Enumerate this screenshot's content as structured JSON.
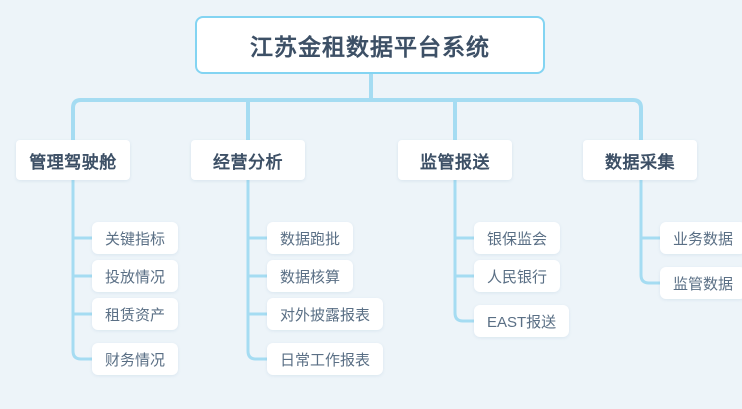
{
  "diagram": {
    "type": "org-tree",
    "background_color": "#edf4f9",
    "connector_color": "#a5dcf2",
    "root": {
      "label": "江苏金租数据平台系统",
      "border_color": "#83d4f2",
      "text_color": "#3d5066"
    },
    "branches": [
      {
        "label": "管理驾驶舱",
        "children": [
          {
            "label": "关键指标"
          },
          {
            "label": "投放情况"
          },
          {
            "label": "租赁资产"
          },
          {
            "label": "财务情况"
          }
        ]
      },
      {
        "label": "经营分析",
        "children": [
          {
            "label": "数据跑批"
          },
          {
            "label": "数据核算"
          },
          {
            "label": "对外披露报表"
          },
          {
            "label": "日常工作报表"
          }
        ]
      },
      {
        "label": "监管报送",
        "children": [
          {
            "label": "银保监会"
          },
          {
            "label": "人民银行"
          },
          {
            "label": "EAST报送"
          }
        ]
      },
      {
        "label": "数据采集",
        "children": [
          {
            "label": "业务数据"
          },
          {
            "label": "监管数据"
          }
        ]
      }
    ]
  }
}
